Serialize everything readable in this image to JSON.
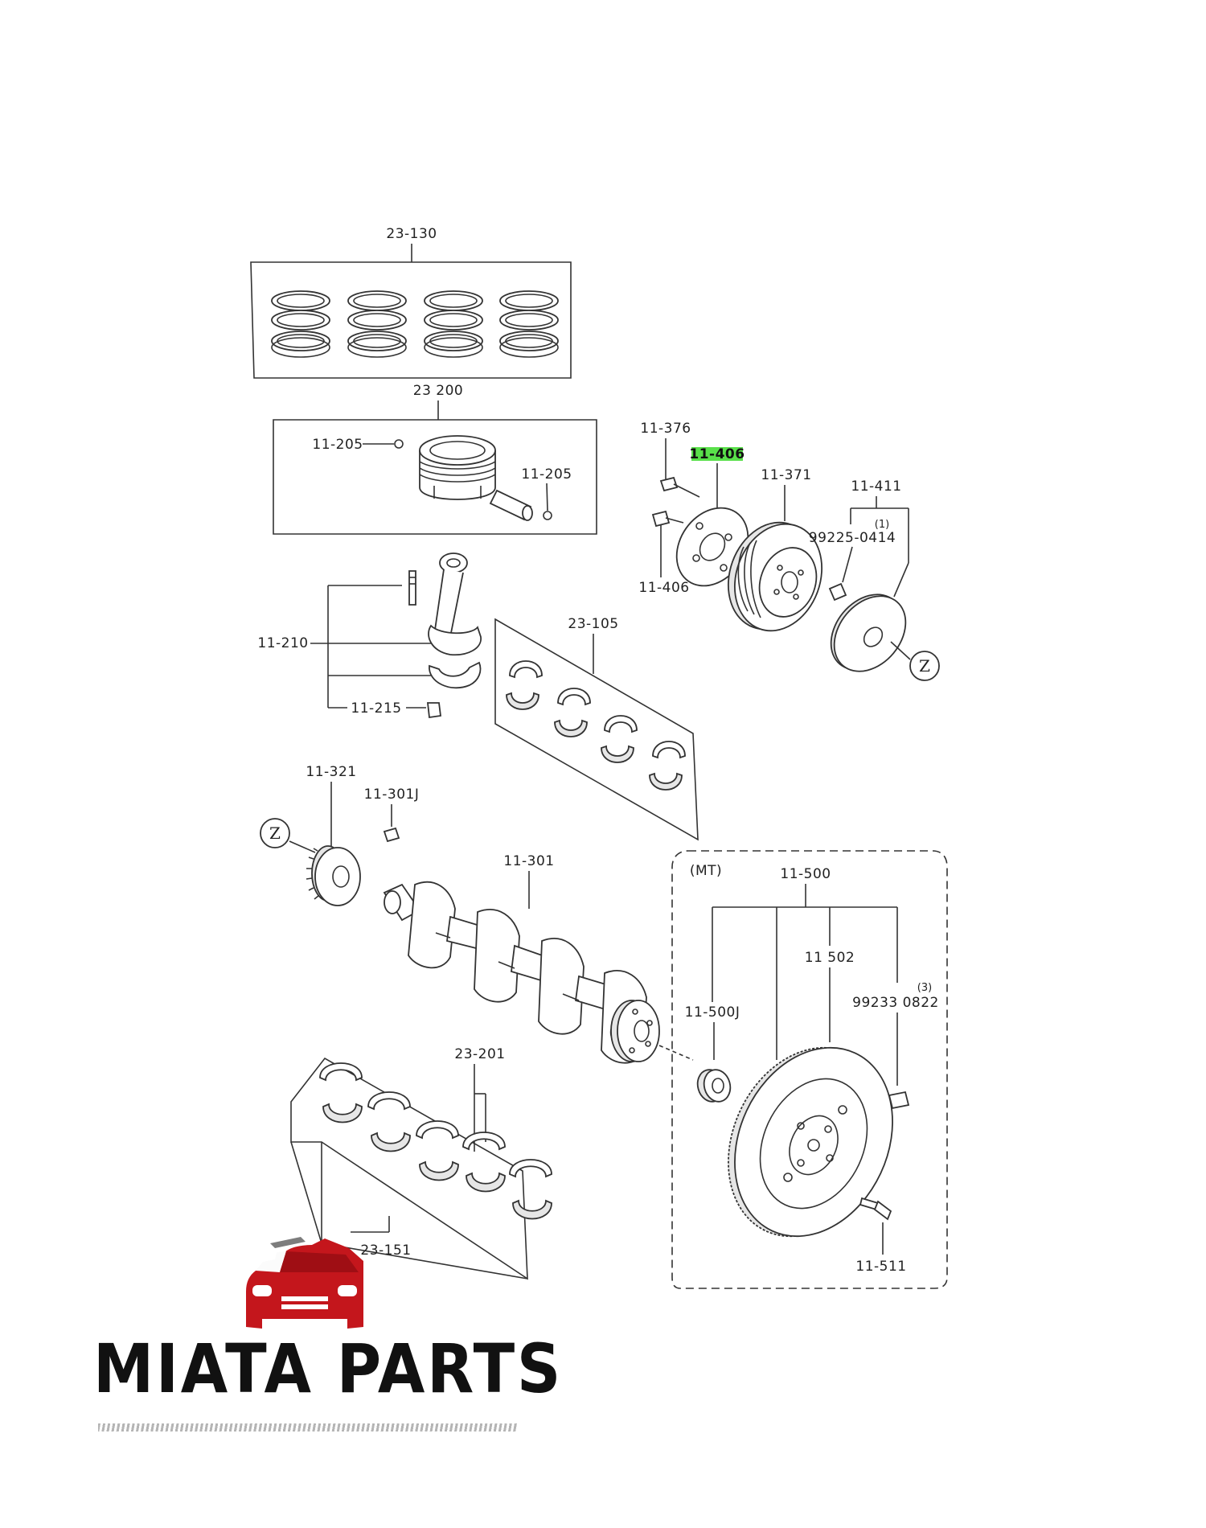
{
  "diagram": {
    "colors": {
      "line": "#333333",
      "highlight": "#59e04a",
      "brand_red": "#c4161c"
    },
    "highlighted_part": "11-406",
    "labels": {
      "l_23_130": "23-130",
      "l_23_200": "23 200",
      "l_11_205a": "11-205",
      "l_11_205b": "11-205",
      "l_11_376": "11-376",
      "l_11_406_hl": "11-406",
      "l_11_406": "11-406",
      "l_11_371": "11-371",
      "l_11_411": "11-411",
      "l_qty_1": "(1)",
      "l_99225": "99225-0414",
      "l_11_210": "11-210",
      "l_23_105": "23-105",
      "l_11_215": "11-215",
      "l_11_321": "11-321",
      "l_11_301j": "11-301J",
      "l_11_301": "11-301",
      "l_mt": "(MT)",
      "l_11_500": "11-500",
      "l_11_502": "11 502",
      "l_11_500j": "11-500J",
      "l_qty_3": "(3)",
      "l_99233": "99233 0822",
      "l_23_201": "23-201",
      "l_23_151": "23-151",
      "l_11_511": "11-511"
    },
    "refs": {
      "ref_a": "Z",
      "ref_b": "Z"
    }
  },
  "brand": {
    "name": "MIATA PARTS",
    "logo_icon": "red-roadster-car-icon"
  }
}
